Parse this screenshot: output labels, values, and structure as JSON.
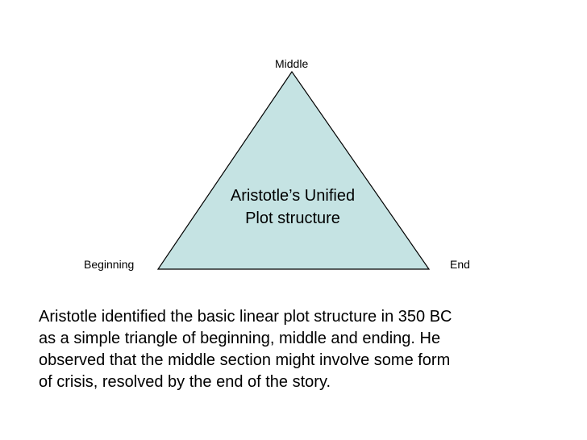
{
  "diagram": {
    "vertices": {
      "top": "Middle",
      "left": "Beginning",
      "right": "End"
    },
    "center_lines": [
      "Aristotle’s Unified",
      "Plot structure"
    ],
    "fill_color": "#c5e3e3",
    "stroke_color": "#000000"
  },
  "caption": {
    "lines": [
      "Aristotle identified the basic linear plot structure in 350 BC",
      "as a simple triangle of beginning, middle and ending. He",
      "observed that the middle section might involve some form",
      "of crisis, resolved by the end of the story."
    ]
  }
}
